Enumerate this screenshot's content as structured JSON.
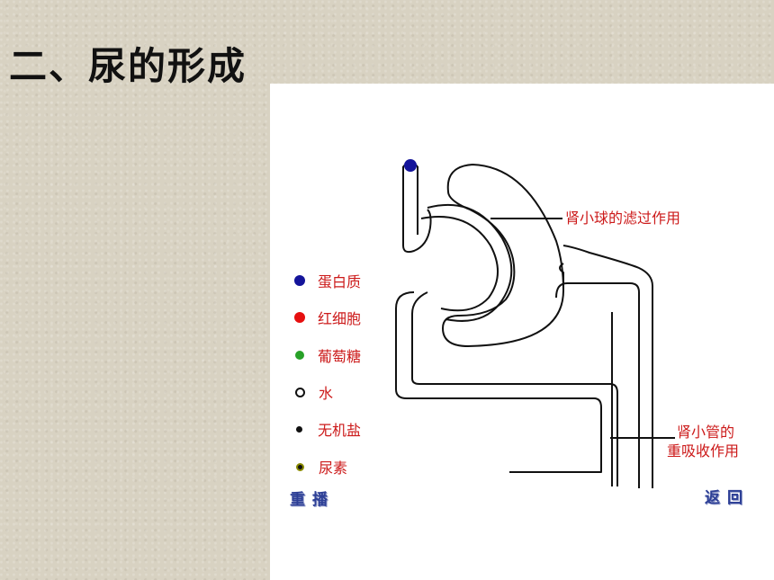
{
  "title": "二、尿的形成",
  "legend": [
    {
      "label": "蛋白质",
      "color": "#14149a",
      "icon": "filled-dot-icon"
    },
    {
      "label": "红细胞",
      "color": "#e60f0f",
      "icon": "filled-dot-icon"
    },
    {
      "label": "葡萄糖",
      "color": "#27a127",
      "icon": "filled-dot-icon"
    },
    {
      "label": "水",
      "color": "#111111",
      "icon": "hollow-dot-icon"
    },
    {
      "label": "无机盐",
      "color": "#111111",
      "icon": "filled-dot-icon"
    },
    {
      "label": "尿素",
      "color": "#8a8a00",
      "icon": "ring-dot-icon"
    }
  ],
  "annotations": {
    "glomerulus": "肾小球的滤过作用",
    "tubule_line1": "肾小管的",
    "tubule_line2": "重吸收作用"
  },
  "buttons": {
    "replay": "重播",
    "back": "返回"
  },
  "colors": {
    "label_red": "#cc1a1a",
    "button_blue": "#2d3f96",
    "protein_blue": "#14149a"
  }
}
